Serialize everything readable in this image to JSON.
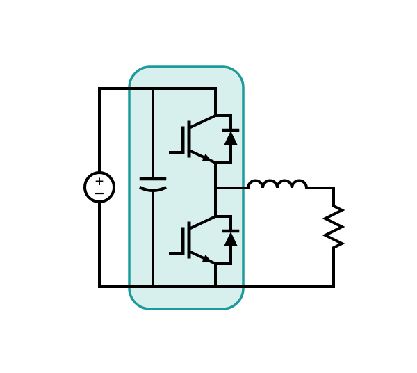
{
  "colors": {
    "background": "#ffffff",
    "wire": "#000000",
    "module_fill": "#d7f0ee",
    "module_stroke": "#1d9b9b"
  },
  "source": {
    "plus": "+",
    "minus": "−"
  },
  "diagram": {
    "type": "circuit-schematic",
    "description": "Half-bridge IGBT power stage: a DC voltage source feeds a highlighted module containing a DC-link capacitor and two IGBTs with antiparallel diodes; the midpoint drives a series inductor and resistor load",
    "components": [
      {
        "id": "dc-voltage-source",
        "kind": "voltage-source",
        "marks": [
          "+",
          "−"
        ]
      },
      {
        "id": "dc-link-capacitor",
        "kind": "polarized-capacitor"
      },
      {
        "id": "module-highlight",
        "kind": "highlighted-rounded-region"
      },
      {
        "id": "high-side-igbt",
        "kind": "igbt"
      },
      {
        "id": "high-side-diode",
        "kind": "antiparallel-diode"
      },
      {
        "id": "low-side-igbt",
        "kind": "igbt"
      },
      {
        "id": "low-side-diode",
        "kind": "antiparallel-diode"
      },
      {
        "id": "output-inductor",
        "kind": "inductor",
        "humps": 4
      },
      {
        "id": "load-resistor",
        "kind": "resistor"
      }
    ]
  }
}
